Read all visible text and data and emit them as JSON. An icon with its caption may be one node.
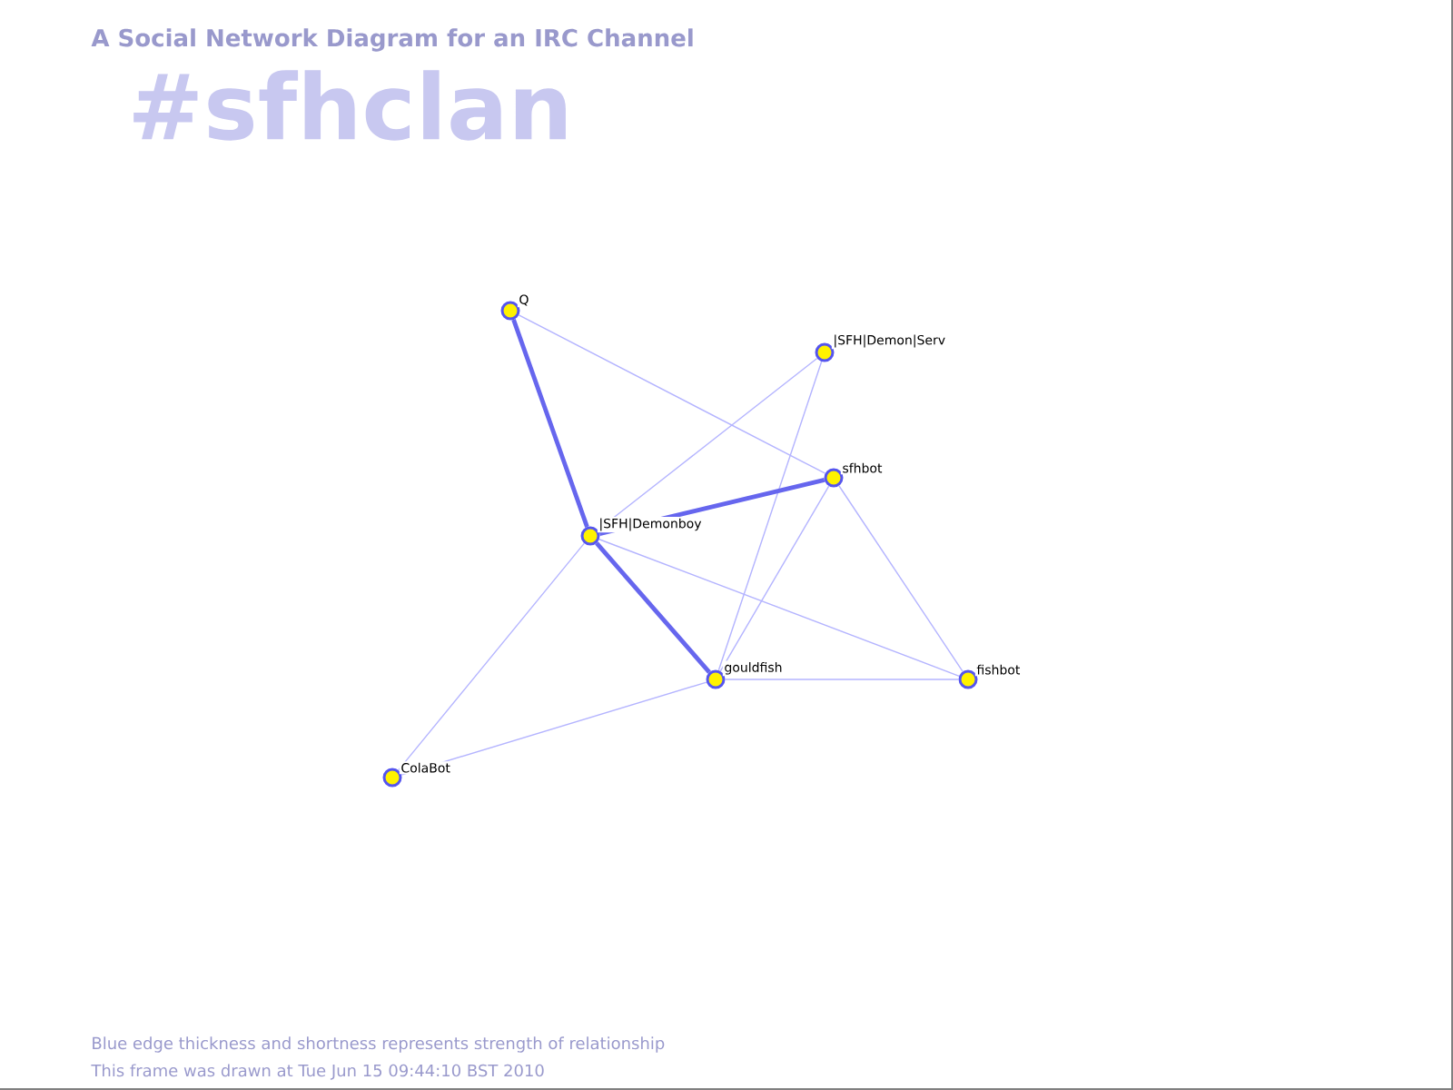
{
  "diagram": {
    "title": "A Social Network Diagram for an IRC Channel",
    "nodes": [
      {
        "text": [
          "Q"
        ]
      },
      {
        "text": [
          "|SFH|Demon|Serv"
        ]
      },
      {
        "text": [
          "sfhbot"
        ]
      },
      {
        "text": [
          "|SFH|Demonboy"
        ]
      },
      {
        "text": [
          "gouldfish"
        ]
      },
      {
        "text": [
          "fishbot"
        ]
      },
      {
        "text": [
          "ColaBot"
        ]
      }
    ],
    "edges": [
      {
        "from": 0,
        "to": 3,
        "arrow": "none",
        "style": "thick",
        "color": "#6666ee"
      },
      {
        "from": 0,
        "to": 2,
        "arrow": "none"
      },
      {
        "from": 1,
        "to": 3,
        "arrow": "none"
      },
      {
        "from": 1,
        "to": 4,
        "arrow": "none"
      },
      {
        "from": 2,
        "to": 3,
        "arrow": "none",
        "style": "thick",
        "color": "#6666ee"
      },
      {
        "from": 2,
        "to": 4,
        "arrow": "none"
      },
      {
        "from": 2,
        "to": 5,
        "arrow": "none"
      },
      {
        "from": 3,
        "to": 4,
        "arrow": "none",
        "style": "thick",
        "color": "#6666ee"
      },
      {
        "from": 3,
        "to": 5,
        "arrow": "none"
      },
      {
        "from": 3,
        "to": 6,
        "arrow": "none"
      },
      {
        "from": 4,
        "to": 5,
        "arrow": "none"
      },
      {
        "from": 4,
        "to": 6,
        "arrow": "none"
      }
    ],
    "labels": [
      "#sfhclan",
      "Blue edge thickness and shortness represents strength of relationship",
      "This frame was drawn at Tue Jun 15 09:44:10 BST 2010"
    ]
  }
}
